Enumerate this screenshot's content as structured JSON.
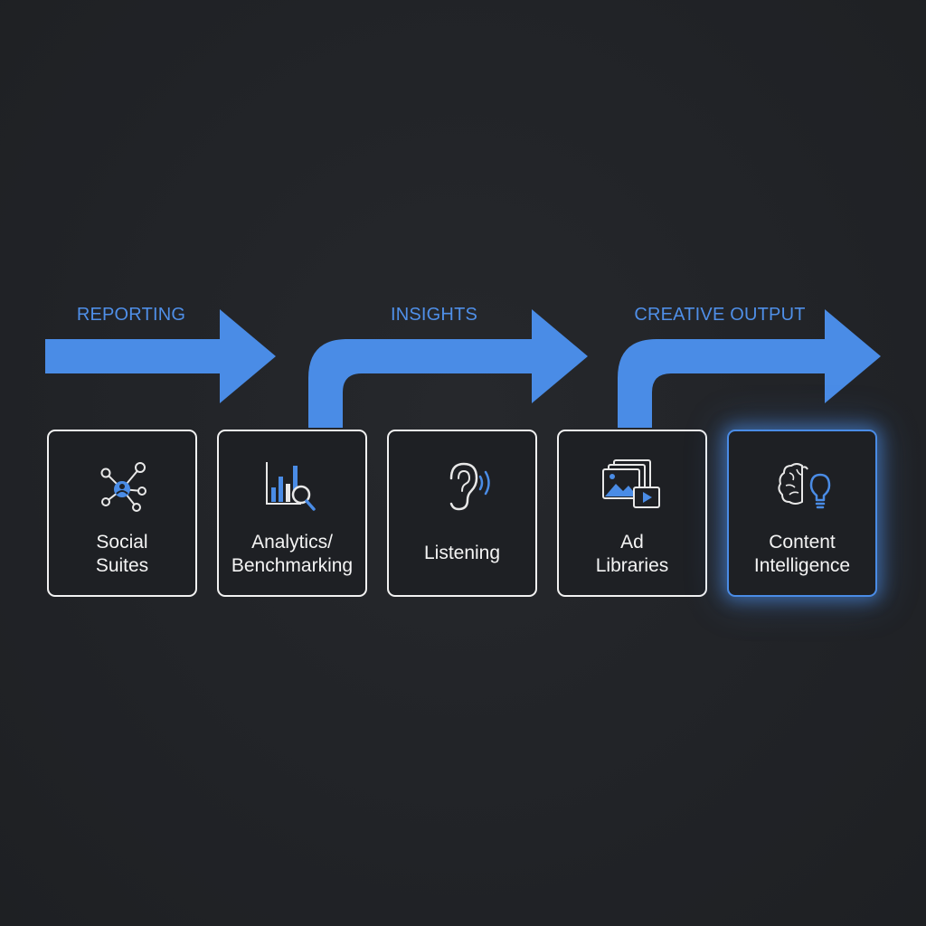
{
  "stages": [
    {
      "label": "REPORTING"
    },
    {
      "label": "INSIGHTS"
    },
    {
      "label": "CREATIVE OUTPUT"
    }
  ],
  "cards": [
    {
      "line1": "Social",
      "line2": "Suites",
      "icon": "network-nodes-icon"
    },
    {
      "line1": "Analytics/",
      "line2": "Benchmarking",
      "icon": "bar-chart-magnifier-icon"
    },
    {
      "line1": "Listening",
      "line2": "",
      "icon": "ear-sound-waves-icon"
    },
    {
      "line1": "Ad",
      "line2": "Libraries",
      "icon": "image-video-library-icon"
    },
    {
      "line1": "Content",
      "line2": "Intelligence",
      "icon": "brain-lightbulb-icon"
    }
  ],
  "colors": {
    "background": "#222428",
    "accent": "#4a8ce6",
    "card_border": "#f2f2f2",
    "text": "#f4f4f4"
  }
}
